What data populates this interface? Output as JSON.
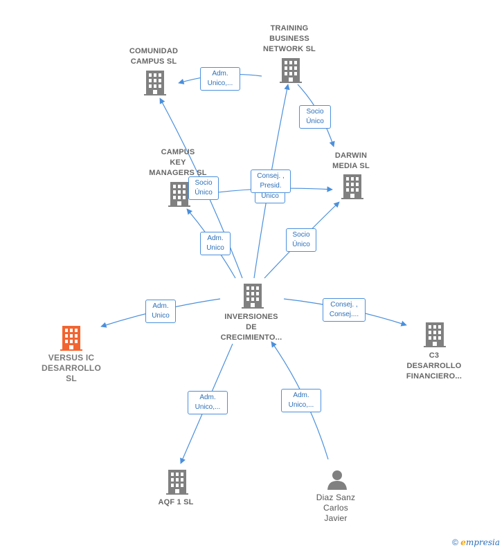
{
  "colors": {
    "node": "#808080",
    "focus": "#f26531",
    "edge": "#4a8fdc"
  },
  "nodes": {
    "comunidad": {
      "label": "COMUNIDAD\nCAMPUS SL",
      "icon": "building-icon"
    },
    "training": {
      "label": "TRAINING\nBUSINESS\nNETWORK SL",
      "icon": "building-icon"
    },
    "campus_key": {
      "label": "CAMPUS\nKEY\nMANAGERS SL",
      "icon": "building-icon"
    },
    "darwin": {
      "label": "DARWIN\nMEDIA SL",
      "icon": "building-icon"
    },
    "inversiones": {
      "label": "INVERSIONES\nDE\nCRECIMIENTO...",
      "icon": "building-icon"
    },
    "versus": {
      "label": "VERSUS IC\nDESARROLLO\nSL",
      "icon": "building-icon"
    },
    "c3": {
      "label": "C3\nDESARROLLO\nFINANCIERO...",
      "icon": "building-icon"
    },
    "aqf": {
      "label": "AQF 1 SL",
      "icon": "building-icon"
    },
    "diaz": {
      "label": "Diaz Sanz\nCarlos\nJavier",
      "icon": "person-icon"
    }
  },
  "edges": {
    "training_comunidad": "Adm.\nUnico,...",
    "training_darwin": "Socio\nÚnico",
    "campus_key_darwin_socio": "Socio\nÚnico",
    "inv_darwin_consej": "Consej. ,\nPresid.",
    "inv_darwin_unico": "Unico",
    "inv_campus_key": "Adm.\nUnico",
    "inv_darwin_socio": "Socio\nÚnico",
    "inv_versus": "Adm.\nUnico",
    "inv_c3": "Consej. ,\nConsej....",
    "inv_aqf": "Adm.\nUnico,...",
    "diaz_inv": "Adm.\nUnico,..."
  },
  "brand": {
    "copyright": "©",
    "e": "e",
    "rest": "mpresia"
  }
}
